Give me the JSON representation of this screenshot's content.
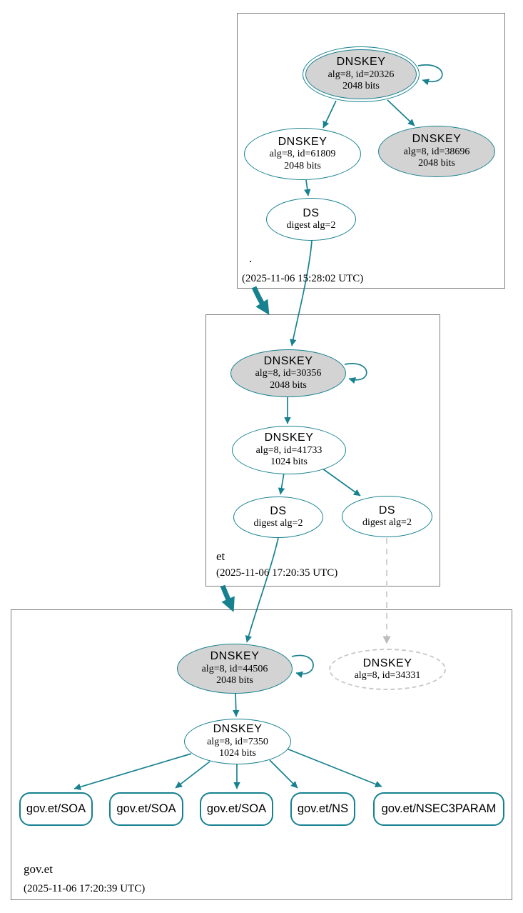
{
  "colors": {
    "edge_teal": "#17818F",
    "node_fill_gray": "#D3D3D3",
    "zone_box_border": "#7E7E7E",
    "insecure_dashed_gray": "#C9C9C9"
  },
  "zones": {
    "root": {
      "label": ".",
      "timestamp": "(2025-11-06 15:28:02 UTC)"
    },
    "et": {
      "label": "et",
      "timestamp": "(2025-11-06 17:20:35 UTC)"
    },
    "gov_et": {
      "label": "gov.et",
      "timestamp": "(2025-11-06 17:20:39 UTC)"
    }
  },
  "nodes": {
    "root_ksk": {
      "title": "DNSKEY",
      "detail1": "alg=8, id=20326",
      "detail2": "2048 bits"
    },
    "root_zsk": {
      "title": "DNSKEY",
      "detail1": "alg=8, id=61809",
      "detail2": "2048 bits"
    },
    "root_key_38696": {
      "title": "DNSKEY",
      "detail1": "alg=8, id=38696",
      "detail2": "2048 bits"
    },
    "root_ds": {
      "title": "DS",
      "detail1": "digest alg=2"
    },
    "et_ksk": {
      "title": "DNSKEY",
      "detail1": "alg=8, id=30356",
      "detail2": "2048 bits"
    },
    "et_zsk": {
      "title": "DNSKEY",
      "detail1": "alg=8, id=41733",
      "detail2": "1024 bits"
    },
    "et_ds_left": {
      "title": "DS",
      "detail1": "digest alg=2"
    },
    "et_ds_right": {
      "title": "DS",
      "detail1": "digest alg=2"
    },
    "gov_et_ksk": {
      "title": "DNSKEY",
      "detail1": "alg=8, id=44506",
      "detail2": "2048 bits"
    },
    "gov_et_missing_key": {
      "title": "DNSKEY",
      "detail1": "alg=8, id=34331"
    },
    "gov_et_zsk": {
      "title": "DNSKEY",
      "detail1": "alg=8, id=7350",
      "detail2": "1024 bits"
    }
  },
  "rrsets": [
    {
      "label": "gov.et/SOA"
    },
    {
      "label": "gov.et/SOA"
    },
    {
      "label": "gov.et/SOA"
    },
    {
      "label": "gov.et/NS"
    },
    {
      "label": "gov.et/NSEC3PARAM"
    }
  ]
}
